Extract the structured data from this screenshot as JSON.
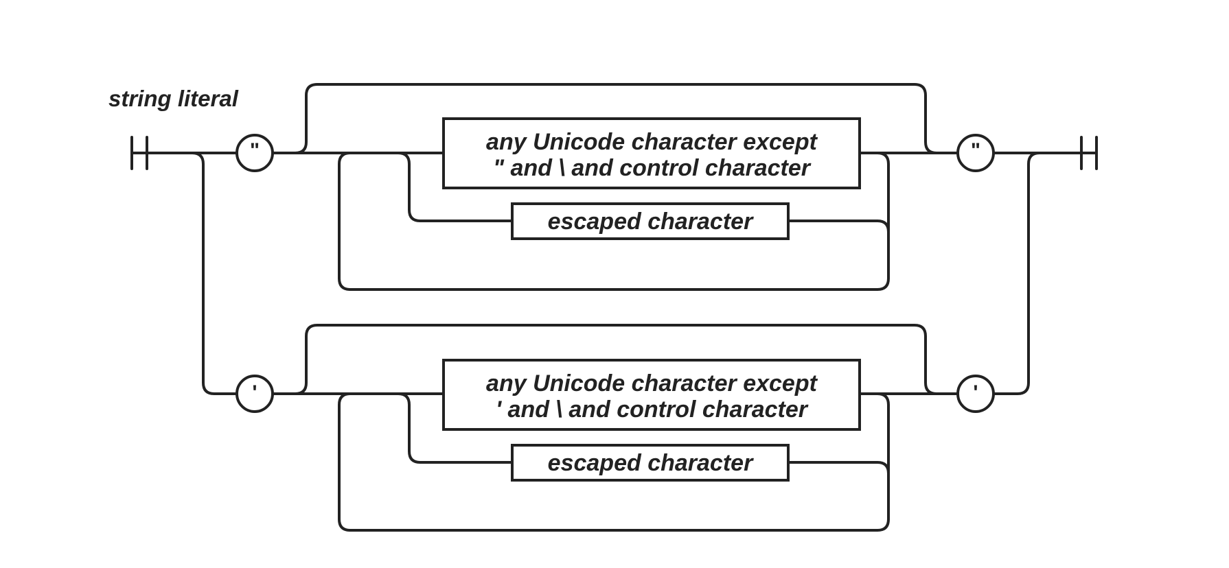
{
  "diagram": {
    "title": "string literal",
    "branches": [
      {
        "open_quote": "\"",
        "close_quote": "\"",
        "char_box_line1": "any Unicode character except",
        "char_box_line2": "\" and \\ and control character",
        "escape_box": "escaped character"
      },
      {
        "open_quote": "'",
        "close_quote": "'",
        "char_box_line1": "any Unicode character except",
        "char_box_line2": "' and \\ and control character",
        "escape_box": "escaped character"
      }
    ],
    "colors": {
      "stroke": "#222222",
      "background": "#ffffff"
    }
  }
}
